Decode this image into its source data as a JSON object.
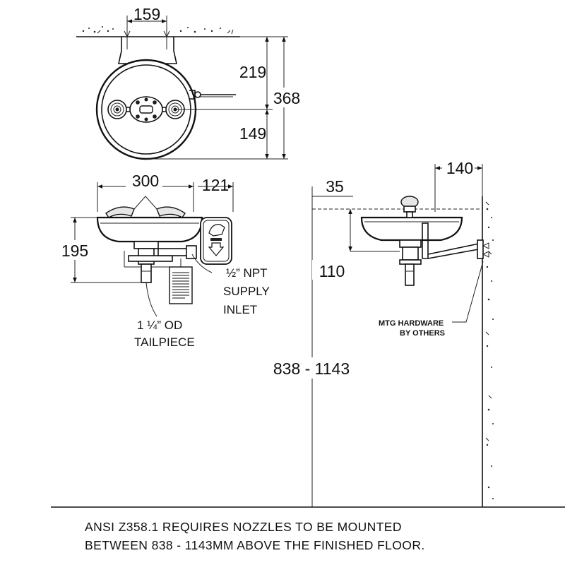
{
  "dimensions": {
    "top_width": "159",
    "top_upper": "219",
    "top_overall": "368",
    "top_lower": "149",
    "front_width": "300",
    "front_offset": "121",
    "front_height": "195",
    "side_offset": "35",
    "side_depth": "140",
    "side_drop": "110",
    "mount_height": "838 - 1143"
  },
  "callouts": {
    "supply_inlet": [
      "½” NPT",
      "SUPPLY",
      "INLET"
    ],
    "tailpiece": [
      "1 ¼” OD",
      "TAILPIECE"
    ],
    "mtg_hardware": [
      "MTG HARDWARE",
      "BY OTHERS"
    ]
  },
  "note": [
    "ANSI Z358.1 REQUIRES NOZZLES TO BE MOUNTED",
    "BETWEEN 838 - 1143MM ABOVE THE FINISHED FLOOR."
  ]
}
